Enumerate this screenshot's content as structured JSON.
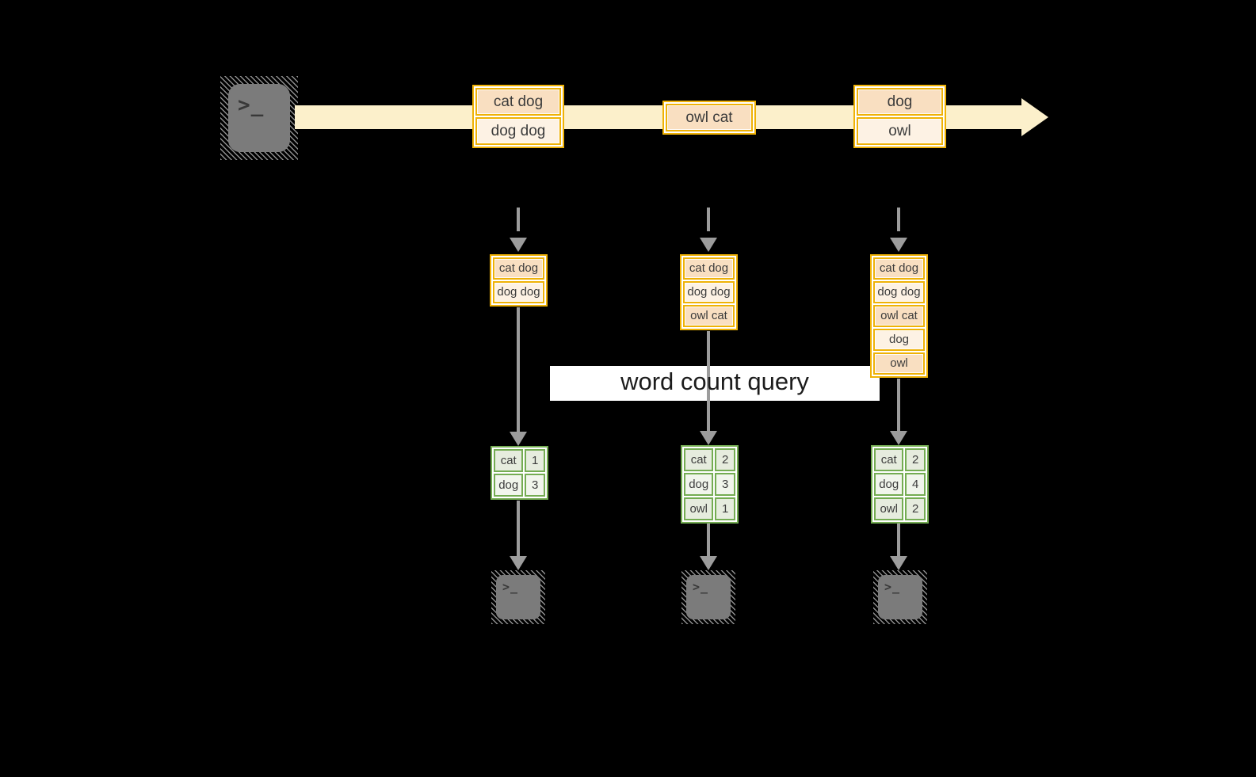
{
  "palette": {
    "background": "#000000",
    "stream_arrow": "#FCF0CB",
    "box_border": "#EFB206",
    "box_fill_dark": "#F9DFC1",
    "box_fill_light": "#FDF2E4",
    "table_border": "#74AC52",
    "table_fill_dark": "#E6ECDE",
    "table_fill_light": "#F1F5EC",
    "arrow_gray": "#9C9C9C",
    "terminal_gray": "#7B7B7B",
    "text_dark": "#3C3C3C",
    "banner_bg": "#FFFFFF",
    "banner_text": "#1C1C1C"
  },
  "terminal": {
    "prompt": ">_"
  },
  "stream": {
    "batches": [
      {
        "rows": [
          {
            "label": "cat dog"
          },
          {
            "label": "dog dog"
          }
        ]
      },
      {
        "rows": [
          {
            "label": "owl cat"
          }
        ]
      },
      {
        "rows": [
          {
            "label": "dog"
          },
          {
            "label": "owl"
          }
        ]
      }
    ]
  },
  "micro_batches": [
    {
      "rows": [
        {
          "label": "cat dog"
        },
        {
          "label": "dog dog"
        }
      ]
    },
    {
      "rows": [
        {
          "label": "cat dog"
        },
        {
          "label": "dog dog"
        },
        {
          "label": "owl cat"
        }
      ]
    },
    {
      "rows": [
        {
          "label": "cat dog"
        },
        {
          "label": "dog dog"
        },
        {
          "label": "owl cat"
        },
        {
          "label": "dog"
        },
        {
          "label": "owl"
        }
      ]
    }
  ],
  "query_banner": {
    "label": "word count query"
  },
  "result_tables": [
    {
      "rows": [
        {
          "word": "cat",
          "count": "1"
        },
        {
          "word": "dog",
          "count": "3"
        }
      ]
    },
    {
      "rows": [
        {
          "word": "cat",
          "count": "2"
        },
        {
          "word": "dog",
          "count": "3"
        },
        {
          "word": "owl",
          "count": "1"
        }
      ]
    },
    {
      "rows": [
        {
          "word": "cat",
          "count": "2"
        },
        {
          "word": "dog",
          "count": "4"
        },
        {
          "word": "owl",
          "count": "2"
        }
      ]
    }
  ]
}
